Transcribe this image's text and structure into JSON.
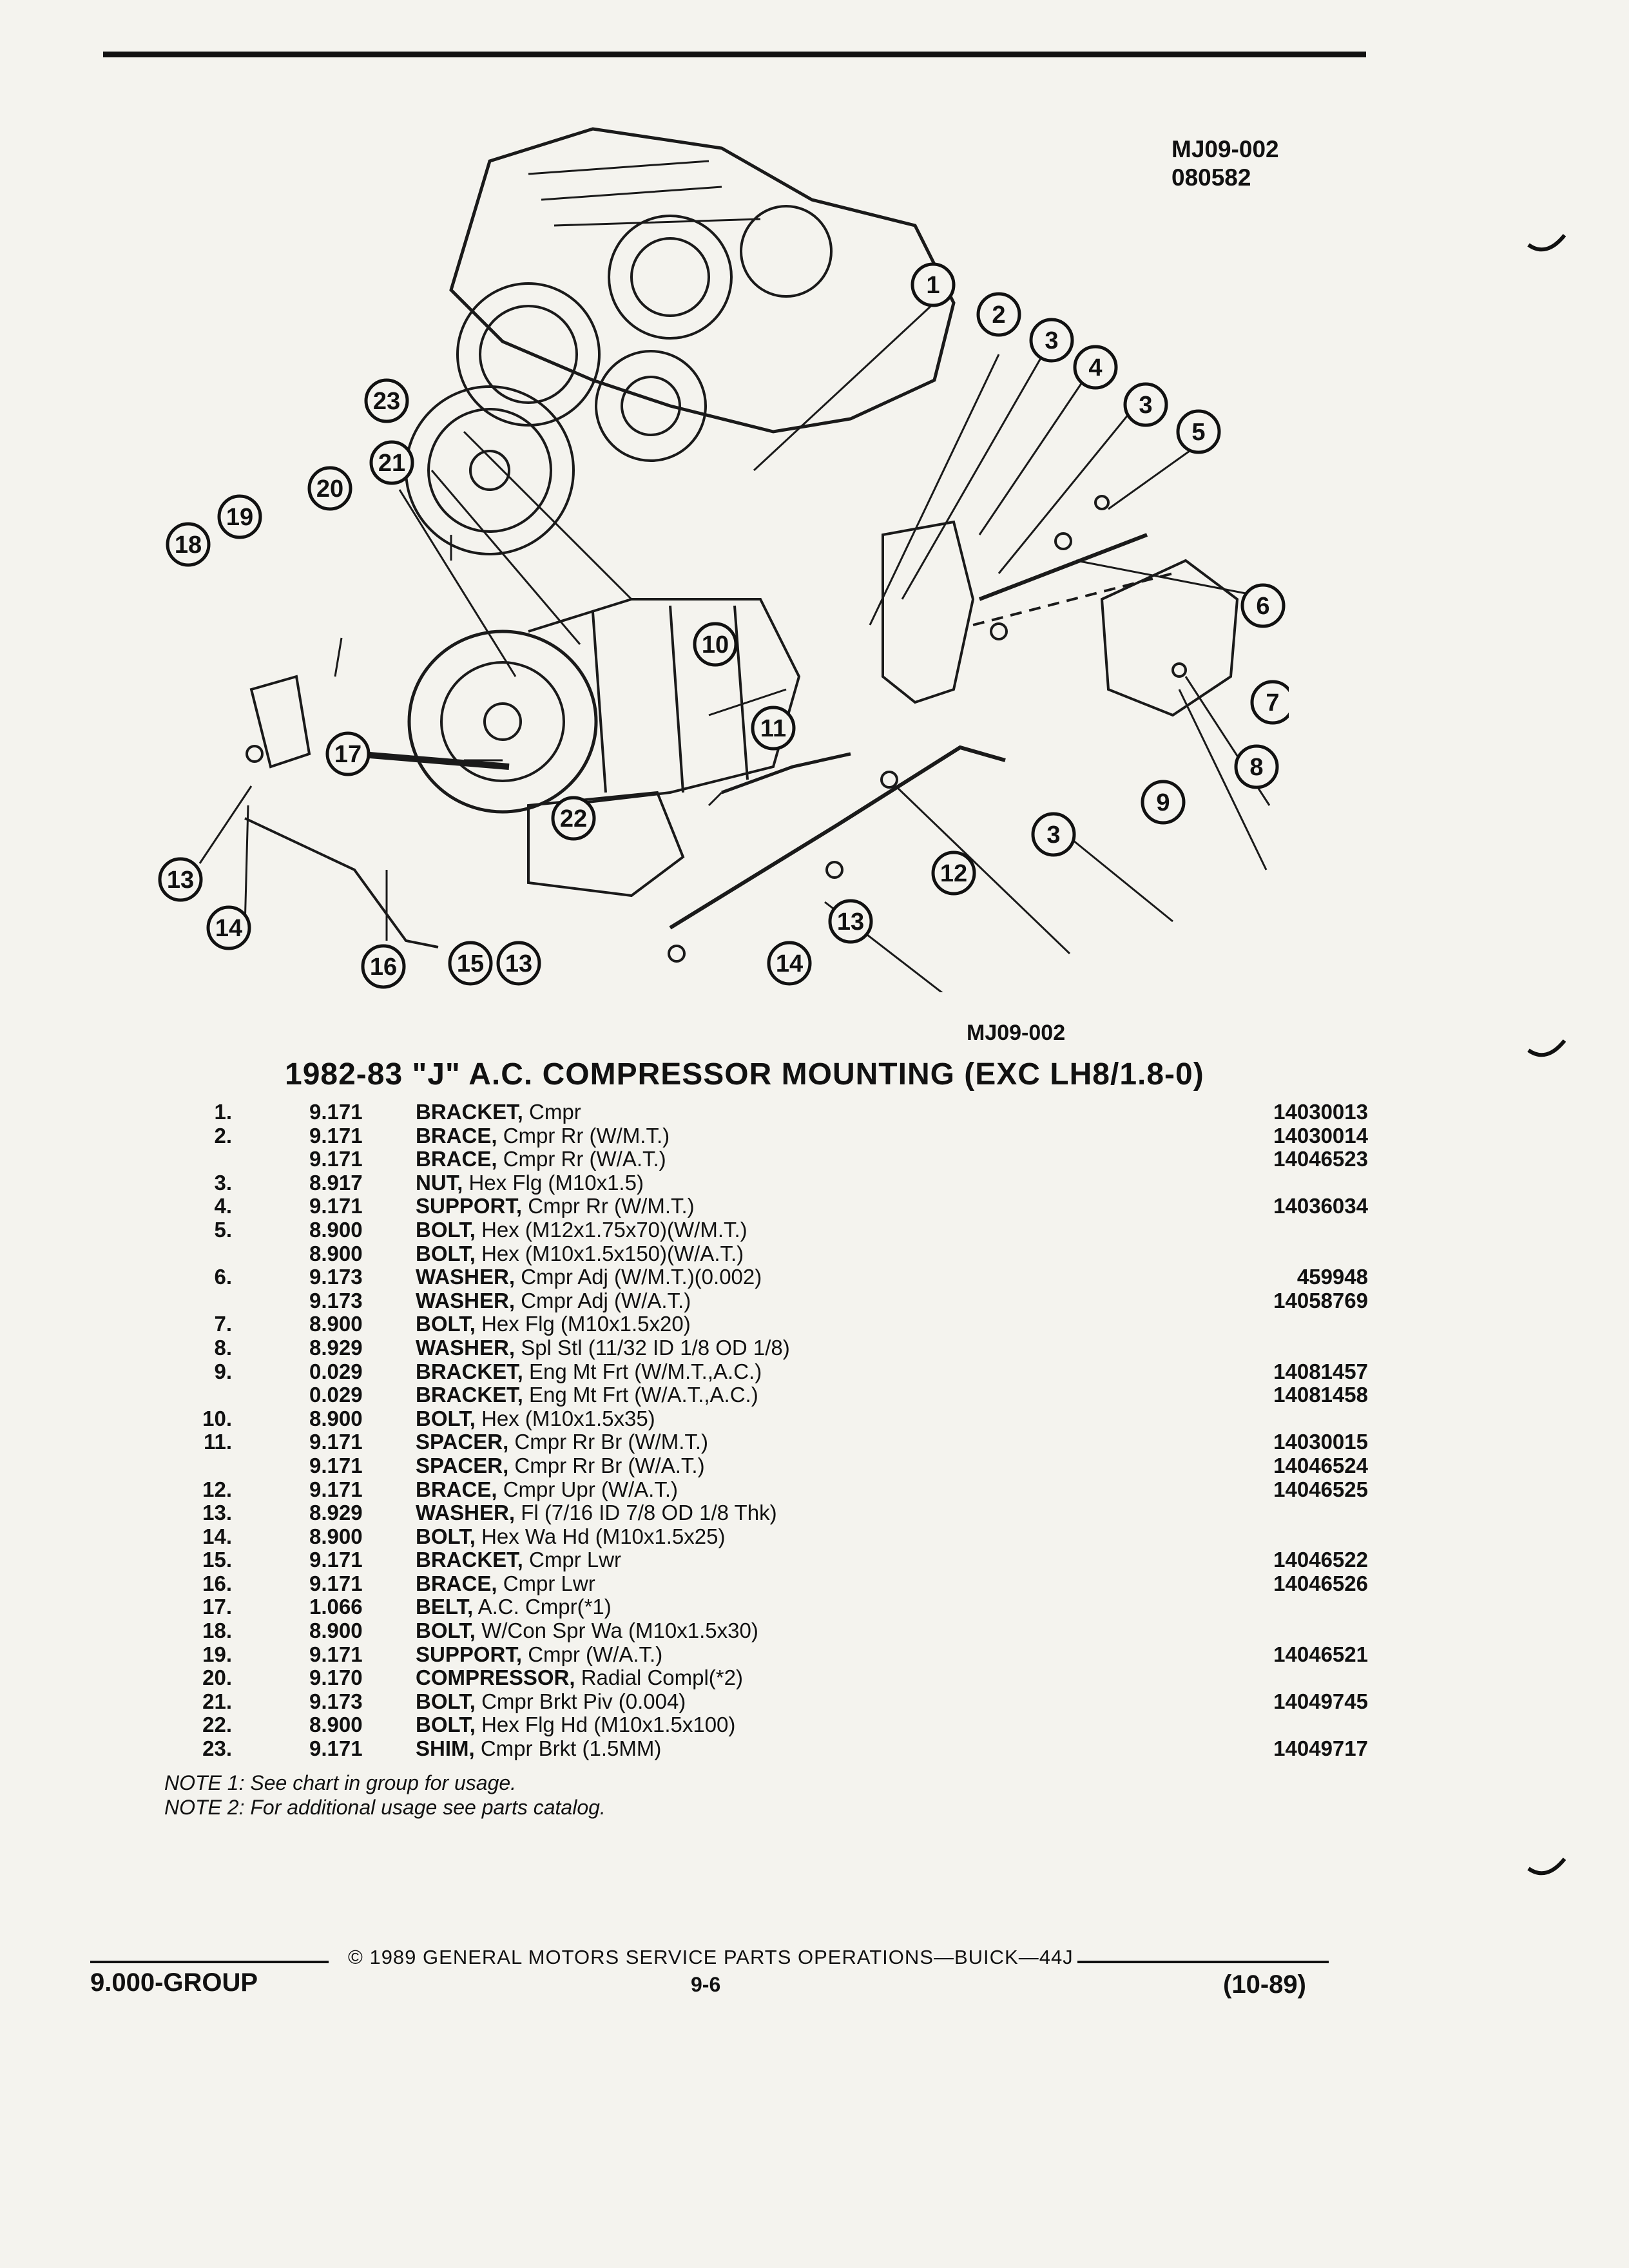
{
  "figure": {
    "code": "MJ09-002",
    "date_code": "080582",
    "caption": "MJ09-002",
    "callouts": [
      "1",
      "2",
      "3",
      "4",
      "3",
      "5",
      "6",
      "7",
      "8",
      "9",
      "3",
      "12",
      "13",
      "14",
      "11",
      "10",
      "22",
      "15",
      "13",
      "16",
      "17",
      "13",
      "14",
      "18",
      "19",
      "20",
      "21",
      "23"
    ]
  },
  "heading": "1982-83 \"J\" A.C. COMPRESSOR MOUNTING (EXC LH8/1.8-0)",
  "parts": [
    {
      "ref": "1.",
      "group": "9.171",
      "name": "BRACKET,",
      "spec": "Cmpr",
      "part": "14030013"
    },
    {
      "ref": "2.",
      "group": "9.171",
      "name": "BRACE,",
      "spec": "Cmpr Rr (W/M.T.)",
      "part": "14030014"
    },
    {
      "ref": "",
      "group": "9.171",
      "name": "BRACE,",
      "spec": "Cmpr Rr (W/A.T.)",
      "part": "14046523"
    },
    {
      "ref": "3.",
      "group": "8.917",
      "name": "NUT,",
      "spec": "Hex Flg (M10x1.5)",
      "part": ""
    },
    {
      "ref": "4.",
      "group": "9.171",
      "name": "SUPPORT,",
      "spec": "Cmpr Rr (W/M.T.)",
      "part": "14036034"
    },
    {
      "ref": "5.",
      "group": "8.900",
      "name": "BOLT,",
      "spec": "Hex (M12x1.75x70)(W/M.T.)",
      "part": ""
    },
    {
      "ref": "",
      "group": "8.900",
      "name": "BOLT,",
      "spec": "Hex (M10x1.5x150)(W/A.T.)",
      "part": ""
    },
    {
      "ref": "6.",
      "group": "9.173",
      "name": "WASHER,",
      "spec": "Cmpr Adj (W/M.T.)(0.002)",
      "part": "459948"
    },
    {
      "ref": "",
      "group": "9.173",
      "name": "WASHER,",
      "spec": "Cmpr Adj (W/A.T.)",
      "part": "14058769"
    },
    {
      "ref": "7.",
      "group": "8.900",
      "name": "BOLT,",
      "spec": "Hex Flg (M10x1.5x20)",
      "part": ""
    },
    {
      "ref": "8.",
      "group": "8.929",
      "name": "WASHER,",
      "spec": "Spl Stl (11/32 ID 1/8 OD 1/8)",
      "part": ""
    },
    {
      "ref": "9.",
      "group": "0.029",
      "name": "BRACKET,",
      "spec": "Eng Mt Frt (W/M.T.,A.C.)",
      "part": "14081457"
    },
    {
      "ref": "",
      "group": "0.029",
      "name": "BRACKET,",
      "spec": "Eng Mt Frt (W/A.T.,A.C.)",
      "part": "14081458"
    },
    {
      "ref": "10.",
      "group": "8.900",
      "name": "BOLT,",
      "spec": "Hex (M10x1.5x35)",
      "part": ""
    },
    {
      "ref": "11.",
      "group": "9.171",
      "name": "SPACER,",
      "spec": "Cmpr Rr Br (W/M.T.)",
      "part": "14030015"
    },
    {
      "ref": "",
      "group": "9.171",
      "name": "SPACER,",
      "spec": "Cmpr Rr Br (W/A.T.)",
      "part": "14046524"
    },
    {
      "ref": "12.",
      "group": "9.171",
      "name": "BRACE,",
      "spec": "Cmpr Upr (W/A.T.)",
      "part": "14046525"
    },
    {
      "ref": "13.",
      "group": "8.929",
      "name": "WASHER,",
      "spec": "Fl (7/16 ID 7/8 OD 1/8 Thk)",
      "part": ""
    },
    {
      "ref": "14.",
      "group": "8.900",
      "name": "BOLT,",
      "spec": "Hex Wa Hd (M10x1.5x25)",
      "part": ""
    },
    {
      "ref": "15.",
      "group": "9.171",
      "name": "BRACKET,",
      "spec": "Cmpr Lwr",
      "part": "14046522"
    },
    {
      "ref": "16.",
      "group": "9.171",
      "name": "BRACE,",
      "spec": "Cmpr Lwr",
      "part": "14046526"
    },
    {
      "ref": "17.",
      "group": "1.066",
      "name": "BELT,",
      "spec": "A.C. Cmpr(*1)",
      "part": ""
    },
    {
      "ref": "18.",
      "group": "8.900",
      "name": "BOLT,",
      "spec": "W/Con Spr Wa (M10x1.5x30)",
      "part": ""
    },
    {
      "ref": "19.",
      "group": "9.171",
      "name": "SUPPORT,",
      "spec": "Cmpr (W/A.T.)",
      "part": "14046521"
    },
    {
      "ref": "20.",
      "group": "9.170",
      "name": "COMPRESSOR,",
      "spec": "Radial Compl(*2)",
      "part": ""
    },
    {
      "ref": "21.",
      "group": "9.173",
      "name": "BOLT,",
      "spec": "Cmpr Brkt Piv (0.004)",
      "part": "14049745"
    },
    {
      "ref": "22.",
      "group": "8.900",
      "name": "BOLT,",
      "spec": "Hex Flg Hd (M10x1.5x100)",
      "part": ""
    },
    {
      "ref": "23.",
      "group": "9.171",
      "name": "SHIM,",
      "spec": "Cmpr Brkt (1.5MM)",
      "part": "14049717"
    }
  ],
  "notes": [
    "NOTE 1: See chart in group for usage.",
    "NOTE 2: For additional usage see parts catalog."
  ],
  "footer": {
    "copyright": "© 1989 GENERAL MOTORS SERVICE PARTS OPERATIONS—BUICK—44J",
    "group": "9.000-GROUP",
    "page": "9-6",
    "date": "(10-89)"
  }
}
